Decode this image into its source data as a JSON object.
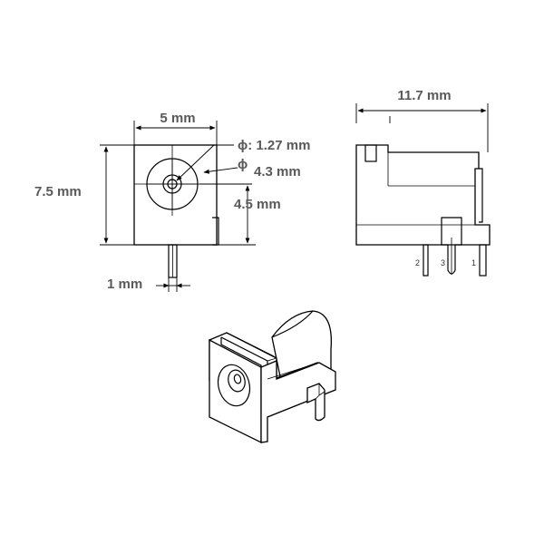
{
  "front_view": {
    "width_label": "5 mm",
    "height_label": "7.5 mm",
    "pin_dia_label": "ϕ: 1.27 mm",
    "phi_symbol": "ϕ",
    "hole_dia_label": "4.3 mm",
    "center_height_label": "4.5 mm",
    "pin_width_label": "1 mm"
  },
  "side_view": {
    "length_label": "11.7 mm",
    "pin_labels": [
      "2",
      "3",
      "1"
    ]
  },
  "colors": {
    "label_text": "#595959",
    "line": "#000000",
    "background": "#ffffff"
  }
}
